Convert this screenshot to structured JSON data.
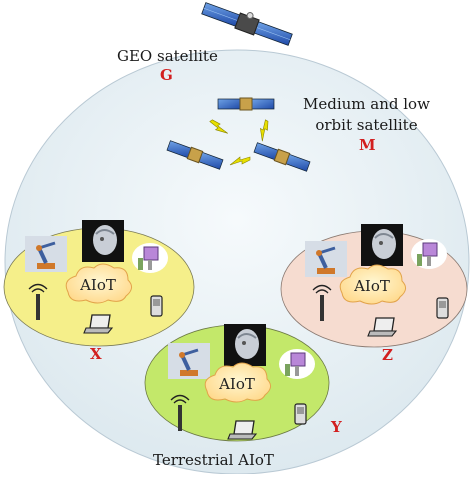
{
  "labels": {
    "geo_satellite": "GEO satellite",
    "geo_letter": "G",
    "mlo_satellite_line1": "Medium and low",
    "mlo_satellite_line2": "orbit satellite",
    "mlo_letter": "M",
    "terrestrial": "Terrestrial AIoT",
    "x_letter": "X",
    "y_letter": "Y",
    "z_letter": "Z"
  },
  "clusters": [
    {
      "id": "X",
      "cloud_label": "AIoT",
      "color": "#f5ef8a"
    },
    {
      "id": "Y",
      "cloud_label": "AIoT",
      "color": "#c3e86a"
    },
    {
      "id": "Z",
      "cloud_label": "AIoT",
      "color": "#f6dcd0"
    }
  ],
  "colors": {
    "sphere": "#e9f1f5",
    "sphere_edge": "#b9c9d4",
    "cloud": "#ffe6a8",
    "cloud_edge": "#e2a34a",
    "letter_red": "#d21f1f",
    "lightning": "#e8e000"
  }
}
